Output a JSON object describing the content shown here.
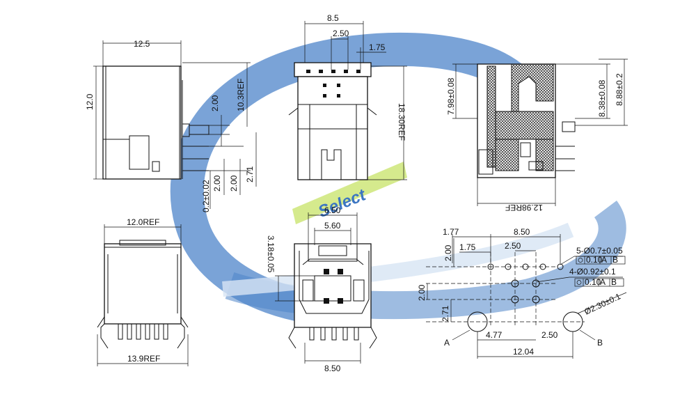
{
  "watermark": {
    "text": "Select",
    "colors": {
      "ring": "#2f6fc0",
      "bar": "#c9e36a",
      "text": "#1b5fb8"
    }
  },
  "views": {
    "side": {
      "width": "12.5",
      "height": "12.0",
      "ref_height": "10.3REF",
      "pin_pitch_a": "2.00",
      "pin_pitch_b": "2.00",
      "pin_pitch_c": "2.00",
      "pin_offset": "2.71",
      "pin_tol": "0.2±0.02"
    },
    "front": {
      "width": "8.5",
      "pitch": "2.50",
      "offset": "1.75",
      "height_ref": "18.30REF"
    },
    "section": {
      "left_height": "7.98±0.08",
      "mid_height": "8.38±0.08",
      "right_height": "8.88±0.2",
      "bottom_width": "12.98REF"
    },
    "bottom": {
      "top_width": "12.0REF",
      "bottom_width": "13.9REF"
    },
    "rear": {
      "outer_width": "6.50",
      "inner_width": "5.60",
      "inner_height": "3.18±0.05",
      "base_width": "8.50"
    },
    "footprint": {
      "d_177": "1.77",
      "d_850": "8.50",
      "d_175": "1.75",
      "d_250": "2.50",
      "d_200a": "2.00",
      "d_200b": "2.00",
      "d_271": "2.71",
      "d_477": "4.77",
      "d_250b": "2.50",
      "d_1204": "12.04",
      "hole5": "5-Ø0.7±0.05",
      "hole4": "4-Ø0.92±0.1",
      "boss": "Ø2.30±0.1",
      "tol": "0.10",
      "datum_a": "A",
      "datum_b": "B",
      "label_a": "A",
      "label_b": "B"
    }
  }
}
